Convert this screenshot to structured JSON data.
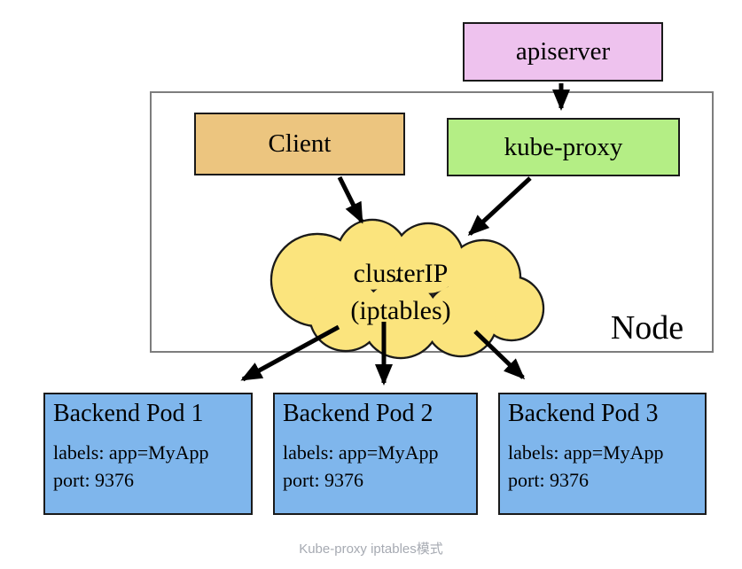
{
  "diagram": {
    "apiserver_label": "apiserver",
    "client_label": "Client",
    "kube_proxy_label": "kube-proxy",
    "cloud_line1": "clusterIP",
    "cloud_line2": "(iptables)",
    "node_label": "Node",
    "pods": [
      {
        "title": "Backend Pod 1",
        "labels_line": "labels: app=MyApp",
        "port_line": "port: 9376"
      },
      {
        "title": "Backend Pod 2",
        "labels_line": "labels: app=MyApp",
        "port_line": "port: 9376"
      },
      {
        "title": "Backend Pod 3",
        "labels_line": "labels: app=MyApp",
        "port_line": "port: 9376"
      }
    ],
    "caption": "Kube-proxy iptables模式",
    "edges": [
      {
        "from": "apiserver",
        "to": "kube-proxy"
      },
      {
        "from": "Client",
        "to": "clusterIP (iptables)"
      },
      {
        "from": "kube-proxy",
        "to": "clusterIP (iptables)"
      },
      {
        "from": "clusterIP (iptables)",
        "to": "Backend Pod 1"
      },
      {
        "from": "clusterIP (iptables)",
        "to": "Backend Pod 2"
      },
      {
        "from": "clusterIP (iptables)",
        "to": "Backend Pod 3"
      }
    ],
    "colors": {
      "apiserver_fill": "#eec2ee",
      "client_fill": "#ecc57f",
      "kube_proxy_fill": "#b4ee85",
      "cloud_fill": "#fbe47d",
      "pod_fill": "#7fb6ec",
      "box_border": "#1a1a1a",
      "node_border": "#7d7d7d",
      "arrow": "#000000",
      "caption_text": "#a6aab2"
    }
  }
}
